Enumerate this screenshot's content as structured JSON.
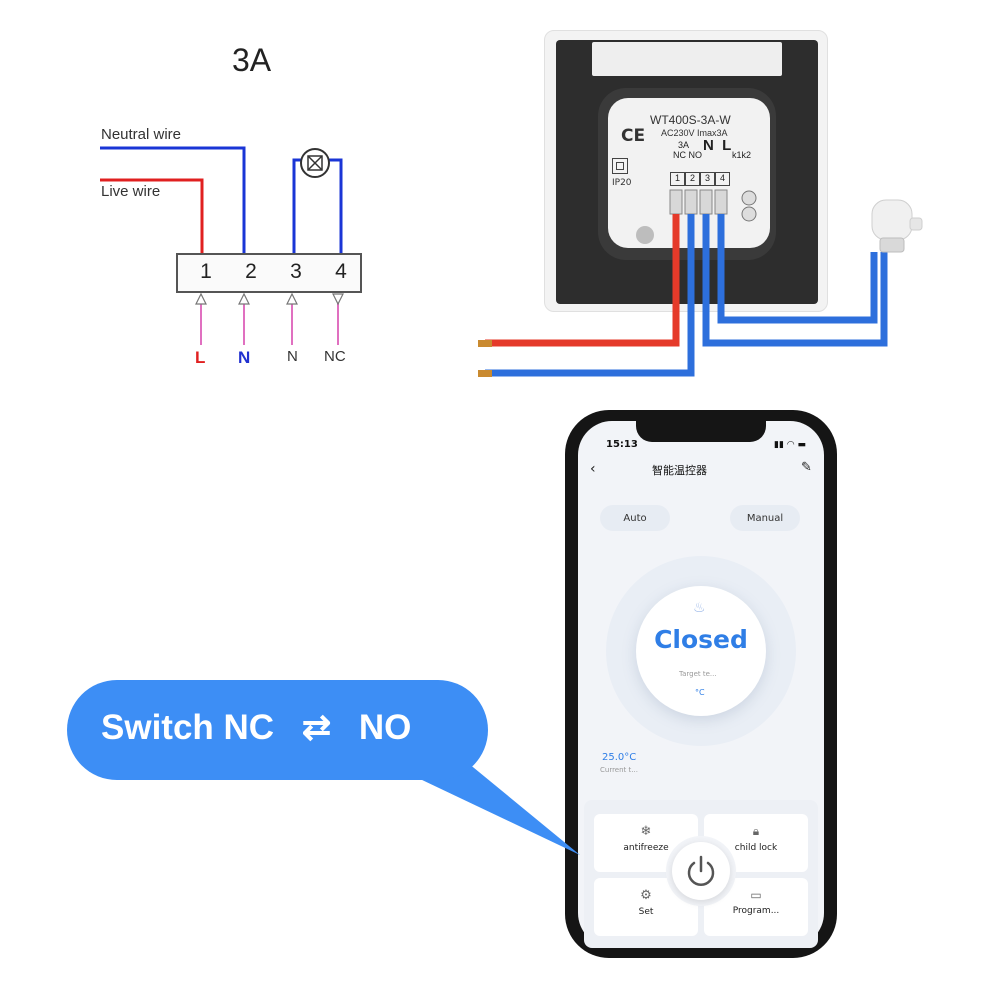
{
  "diagram": {
    "title": "3A",
    "neutral_label": "Neutral wire",
    "live_label": "Live wire",
    "terminals": [
      "1",
      "2",
      "3",
      "4"
    ],
    "bottom_labels": [
      {
        "text": "L",
        "color": "#e02020"
      },
      {
        "text": "N",
        "color": "#2030d0"
      },
      {
        "text": "N",
        "color": "#333333"
      },
      {
        "text": "NC",
        "color": "#333333"
      }
    ],
    "colors": {
      "live": "#e02020",
      "neutral": "#1a35d6",
      "lead": "#e070c0"
    }
  },
  "device": {
    "model": "WT400S-3A-W",
    "rating": "AC230V Imax3A",
    "ce": "CE",
    "ip": "IP20",
    "term_group_3a": "3A",
    "term_nc_no": "NC NO",
    "term_nl": "N  L",
    "term_k": "k1k2",
    "term_numbers": [
      "1",
      "2",
      "3",
      "4"
    ]
  },
  "phone": {
    "status_time": "15:13",
    "app_title": "智能温控器",
    "mode_auto": "Auto",
    "mode_manual": "Manual",
    "status": "Closed",
    "target_label": "Target te...",
    "target_unit": "°C",
    "current_temp": "25.0°C",
    "current_label": "Current t...",
    "tiles": {
      "antifreeze": "antifreeze",
      "child_lock": "child lock",
      "set": "Set",
      "program": "Program..."
    },
    "accent": "#2f7ee6"
  },
  "callout": {
    "left": "Switch NC",
    "arrow": "⇄",
    "right": "NO",
    "color": "#3d8ef5"
  }
}
